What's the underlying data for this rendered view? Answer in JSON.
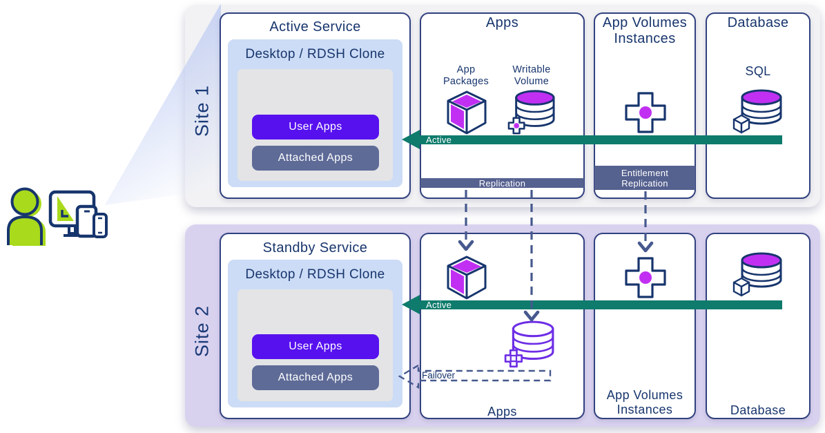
{
  "site1": {
    "label": "Site 1",
    "service_title": "Active Service",
    "desktop_panel": "Desktop / RDSH Clone",
    "user_apps": "User Apps",
    "attached_apps": "Attached Apps",
    "apps_title": "Apps",
    "app_packages": "App Packages",
    "writable_volume": "Writable Volume",
    "active": "Active",
    "replication": "Replication",
    "app_volumes_title": "App Volumes Instances",
    "entitlement_replication": "Entitlement Replication",
    "database_title": "Database",
    "sql": "SQL"
  },
  "site2": {
    "label": "Site 2",
    "service_title": "Standby Service",
    "desktop_panel": "Desktop / RDSH Clone",
    "user_apps": "User Apps",
    "attached_apps": "Attached Apps",
    "active": "Active",
    "failover": "Failover",
    "apps_label": "Apps",
    "app_volumes_label": "App Volumes Instances",
    "database_label": "Database"
  },
  "icons": {
    "user": "user-icon",
    "devices": "monitor-tablet-phone-icon",
    "app_package": "cube-icon",
    "writable_volume": "database-cylinder-plus-icon",
    "app_volumes_instance": "plus-cross-icon",
    "database": "sql-database-cube-icon"
  },
  "colors": {
    "navy_text": "#17356d",
    "card_border": "#31417f",
    "teal_active": "#0e7b6c",
    "magenta": "#c130f2",
    "violet": "#6d2de6",
    "user_apps_bg": "#5711ef",
    "attached_apps_bg": "#5e6b97",
    "replication_bar_bg": "#55618f",
    "site1_bg": "#f2f2f4",
    "site2_bg": "#d9d2ef",
    "desktop_panel_bg": "#ccdcf6",
    "inner_panel_bg": "#e4e4e6",
    "person_green": "#a9da1c",
    "dashed_arrow": "#46598e"
  }
}
